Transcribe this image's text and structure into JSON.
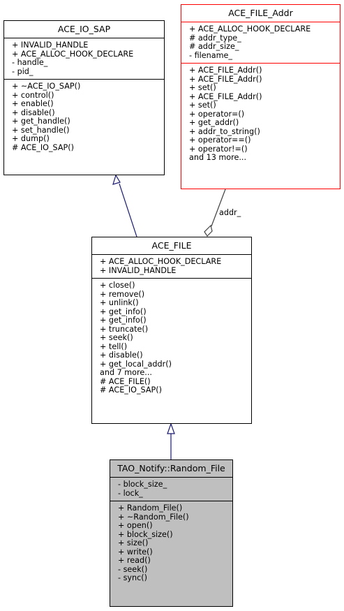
{
  "colors": {
    "generalization_edge": "#191970",
    "association_edge": "#404040",
    "highlighted_class_fill": "#bfbfbf",
    "external_class_border": "#ff0000"
  },
  "classes": {
    "ace_io_sap": {
      "name": "ACE_IO_SAP",
      "attributes": [
        "+ INVALID_HANDLE",
        "+ ACE_ALLOC_HOOK_DECLARE",
        "- handle_",
        "- pid_"
      ],
      "methods": [
        "+ ~ACE_IO_SAP()",
        "+ control()",
        "+ enable()",
        "+ disable()",
        "+ get_handle()",
        "+ set_handle()",
        "+ dump()",
        "# ACE_IO_SAP()"
      ]
    },
    "ace_file_addr": {
      "name": "ACE_FILE_Addr",
      "attributes": [
        "+ ACE_ALLOC_HOOK_DECLARE",
        "# addr_type_",
        "# addr_size_",
        "- filename_"
      ],
      "methods": [
        "+ ACE_FILE_Addr()",
        "+ ACE_FILE_Addr()",
        "+ set()",
        "+ ACE_FILE_Addr()",
        "+ set()",
        "+ operator=()",
        "+ get_addr()",
        "+ addr_to_string()",
        "+ operator==()",
        "+ operator!=()",
        "and 13 more..."
      ]
    },
    "ace_file": {
      "name": "ACE_FILE",
      "attributes": [
        "+ ACE_ALLOC_HOOK_DECLARE",
        "+ INVALID_HANDLE"
      ],
      "methods": [
        "+ close()",
        "+ remove()",
        "+ unlink()",
        "+ get_info()",
        "+ get_info()",
        "+ truncate()",
        "+ seek()",
        "+ tell()",
        "+ disable()",
        "+ get_local_addr()",
        "and 7 more...",
        "# ACE_FILE()",
        "# ACE_IO_SAP()"
      ]
    },
    "random_file": {
      "name": "TAO_Notify::Random_File",
      "attributes": [
        "- block_size_",
        "- lock_"
      ],
      "methods": [
        "+ Random_File()",
        "+ ~Random_File()",
        "+ open()",
        "+ block_size()",
        "+ size()",
        "+ write()",
        "+ read()",
        "- seek()",
        "- sync()"
      ]
    }
  },
  "relations": {
    "addr_label": "addr_"
  }
}
